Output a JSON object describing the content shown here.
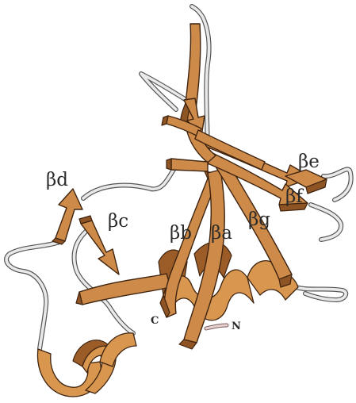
{
  "figure": {
    "labels": {
      "beta_a": "βa",
      "beta_b": "βb",
      "beta_c": "βc",
      "beta_d": "βd",
      "beta_e": "βe",
      "beta_f": "βf",
      "beta_g": "βg",
      "c_terminus": "C",
      "n_terminus": "N"
    },
    "colors": {
      "strand": "#cd8a48",
      "strand_shadow": "#8f5423",
      "helix": "#d8964f",
      "coil": "#e9e9e9",
      "outline": "#3f2410"
    }
  }
}
